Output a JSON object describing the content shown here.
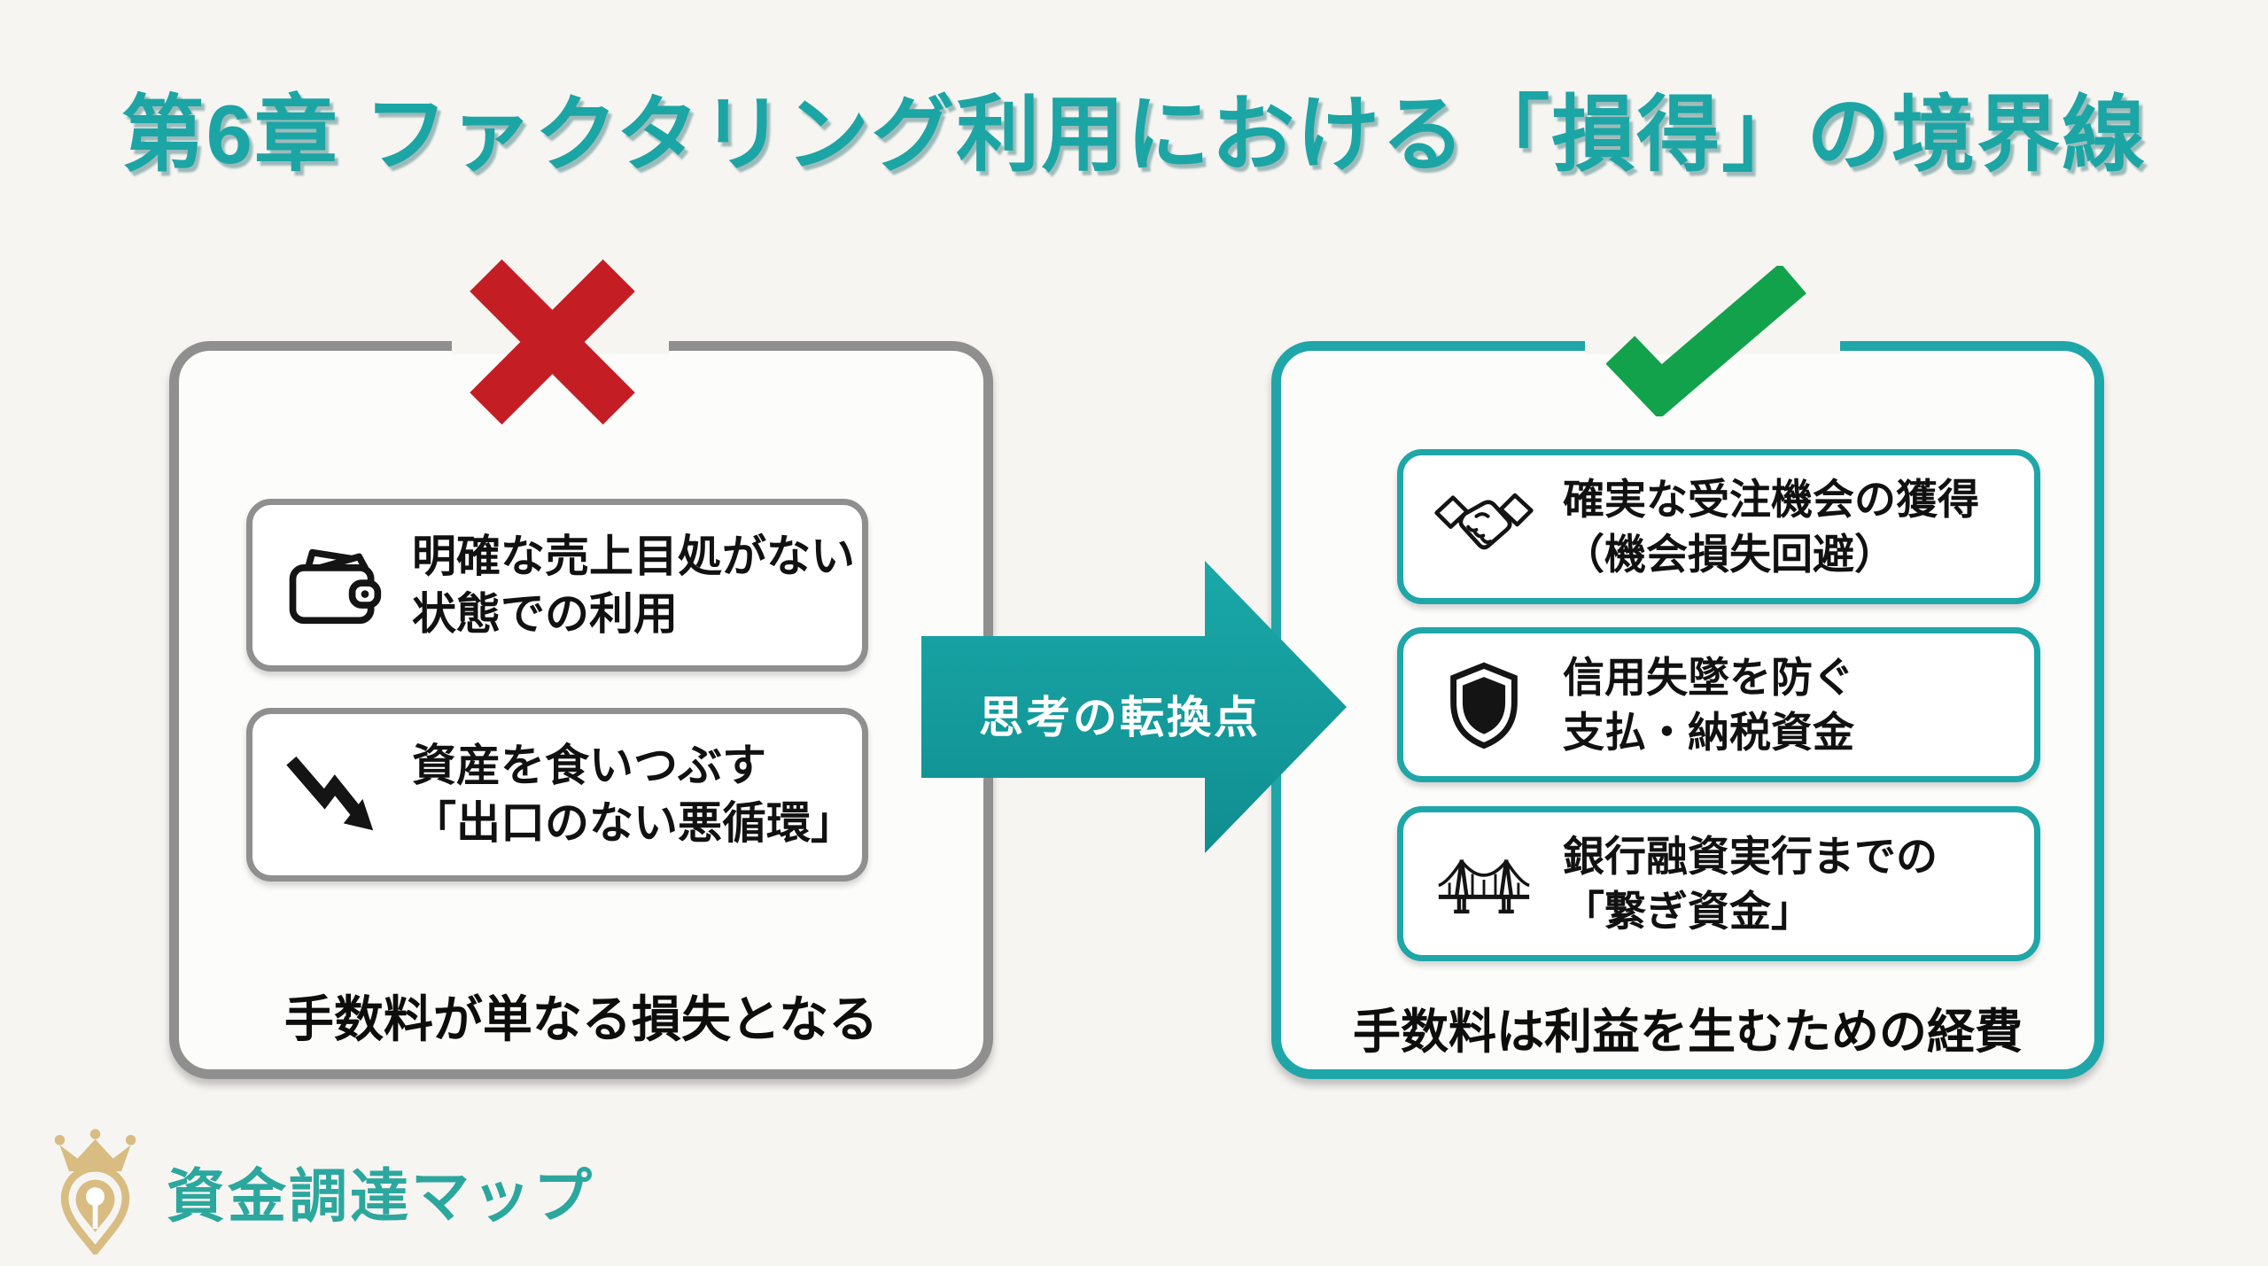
{
  "title": "第6章 ファクタリング利用における「損得」の境界線",
  "colors": {
    "accent_teal": "#1fa6a8",
    "title_teal": "#1ca5a5",
    "ng_red": "#c41e24",
    "ok_green": "#12a24b",
    "border_gray": "#8f8f8f",
    "logo_gold": "#d8bc82",
    "brand_teal": "#2ba79e"
  },
  "left_panel": {
    "verdict_icon": "x-mark-icon",
    "items": [
      {
        "icon": "wallet-icon",
        "lines": [
          "明確な売上目処がない",
          "状態での利用"
        ]
      },
      {
        "icon": "declining-chart-arrow-icon",
        "lines": [
          "資産を食いつぶす",
          "「出口のない悪循環」"
        ]
      }
    ],
    "caption": "手数料が単なる損失となる"
  },
  "transition_arrow": {
    "label": "思考の転換点"
  },
  "right_panel": {
    "verdict_icon": "check-mark-icon",
    "items": [
      {
        "icon": "handshake-icon",
        "lines": [
          "確実な受注機会の獲得",
          "（機会損失回避）"
        ]
      },
      {
        "icon": "shield-icon",
        "lines": [
          "信用失墜を防ぐ",
          "支払・納税資金"
        ]
      },
      {
        "icon": "bridge-icon",
        "lines": [
          "銀行融資実行までの",
          "「繋ぎ資金」"
        ]
      }
    ],
    "caption": "手数料は利益を生むための経費"
  },
  "footer": {
    "brand": "資金調達マップ"
  }
}
